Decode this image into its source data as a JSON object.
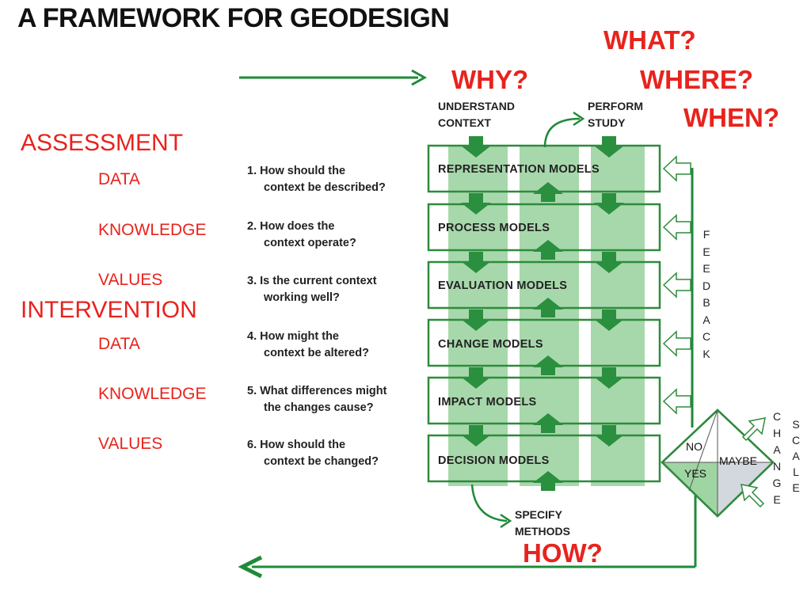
{
  "title": "A FRAMEWORK FOR GEODESIGN",
  "questions_top": {
    "why": "WHY?",
    "what": "WHAT?",
    "where": "WHERE?",
    "when": "WHEN?",
    "how": "HOW?"
  },
  "left_column": {
    "assessment": "ASSESSMENT",
    "assessment_items": [
      "DATA",
      "KNOWLEDGE",
      "VALUES"
    ],
    "intervention": "INTERVENTION",
    "intervention_items": [
      "DATA",
      "KNOWLEDGE",
      "VALUES"
    ]
  },
  "framework_questions": [
    {
      "line1": "1. How should the",
      "line2": "context be described?"
    },
    {
      "line1": "2.  How does the",
      "line2": "context operate?"
    },
    {
      "line1": "3.  Is the current context",
      "line2": "working well?"
    },
    {
      "line1": "4.  How might the",
      "line2": "context be altered?"
    },
    {
      "line1": "5.  What differences might",
      "line2": "the changes cause?"
    },
    {
      "line1": "6.  How should the",
      "line2": "context be changed?"
    }
  ],
  "models": [
    "REPRESENTATION  MODELS",
    "PROCESS MODELS",
    "EVALUATION  MODELS",
    "CHANGE  MODELS",
    "IMPACT MODELS",
    "DECISION  MODELS"
  ],
  "column_labels": {
    "understand_line1": "UNDERSTAND",
    "understand_line2": "CONTEXT",
    "perform_line1": "PERFORM",
    "perform_line2": "STUDY",
    "specify_line1": "SPECIFY",
    "specify_line2": "METHODS"
  },
  "feedback_letters": [
    "F",
    "E",
    "E",
    "D",
    "B",
    "A",
    "C",
    "K"
  ],
  "change_letters": [
    "C",
    "H",
    "A",
    "N",
    "G",
    "E"
  ],
  "scale_letters": [
    "S",
    "C",
    "A",
    "L",
    "E"
  ],
  "decision": {
    "no": "NO",
    "yes": "YES",
    "maybe": "MAYBE"
  },
  "colors": {
    "accent_red": "#e8231d",
    "green_dark": "#1f8a3a",
    "green_light": "#9fd4a3",
    "row_border": "#2e8b3c"
  }
}
